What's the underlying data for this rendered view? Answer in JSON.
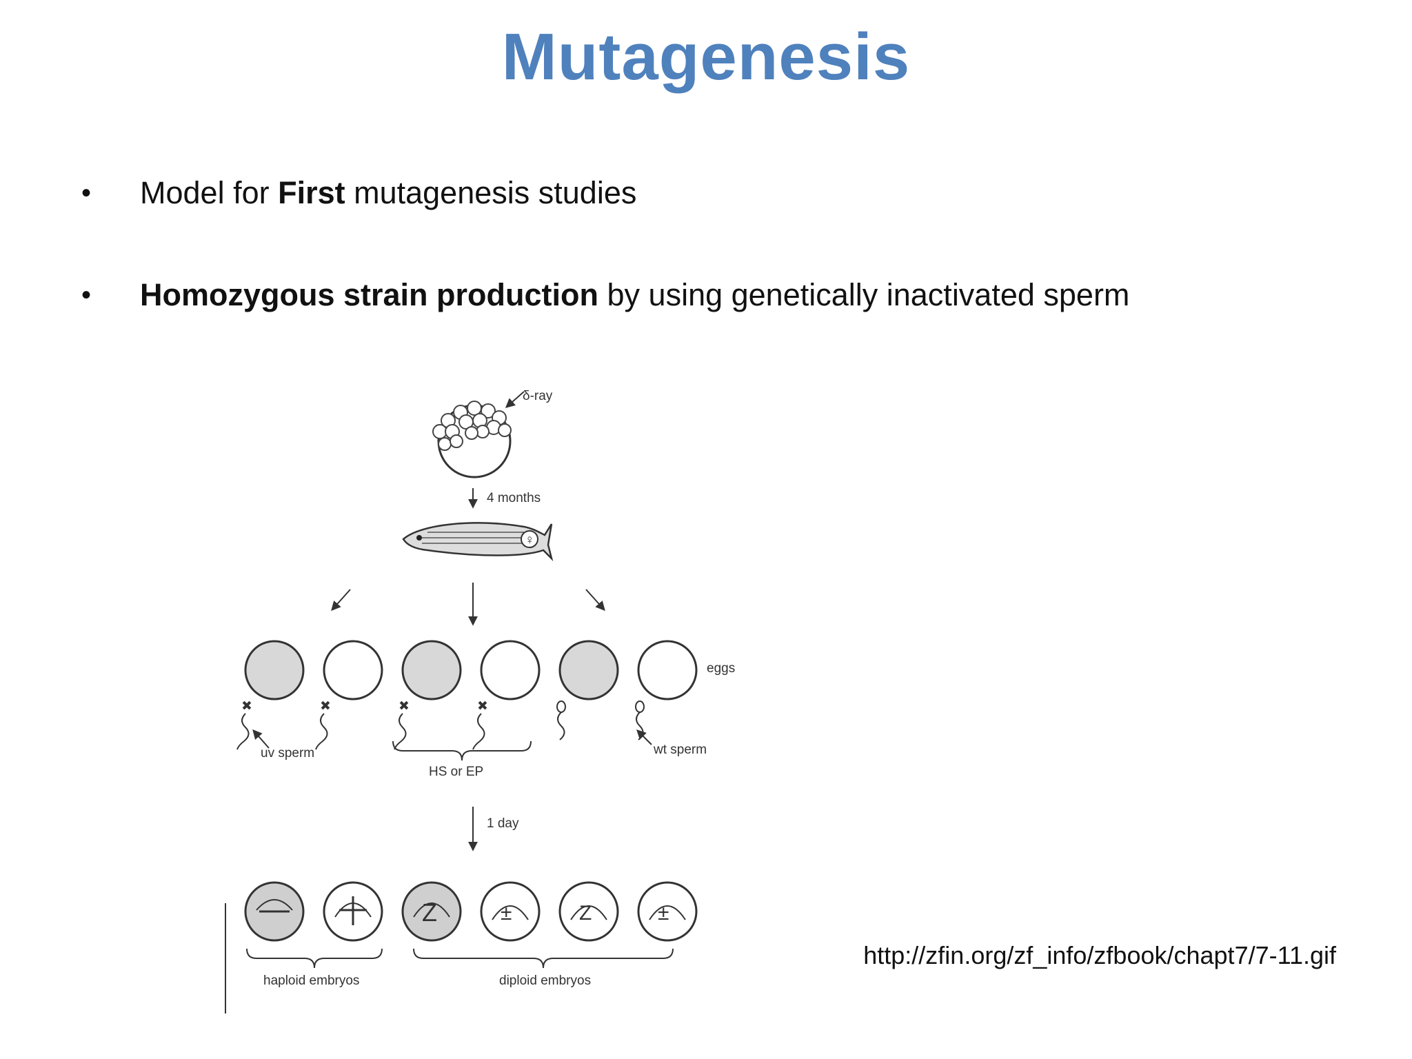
{
  "slide": {
    "title": "Mutagenesis",
    "bullets": [
      {
        "bold": "First",
        "before": "Model for ",
        "after": " mutagenesis studies"
      },
      {
        "bold": "Homozygous strain production",
        "before": "",
        "after": " by using genetically inactivated sperm"
      }
    ],
    "source_url": "http://zfin.org/zf_info/zfbook/chapt7/7-11.gif"
  },
  "figure": {
    "label_ray": "δ-ray",
    "label_4months": "4 months",
    "label_eggs": "eggs",
    "label_uv_sperm": "uv sperm",
    "label_wt_sperm": "wt sperm",
    "label_hs_ep": "HS or EP",
    "label_1day": "1 day",
    "label_haploid": "haploid embryos",
    "label_diploid": "diploid embryos",
    "female_symbol": "♀"
  }
}
